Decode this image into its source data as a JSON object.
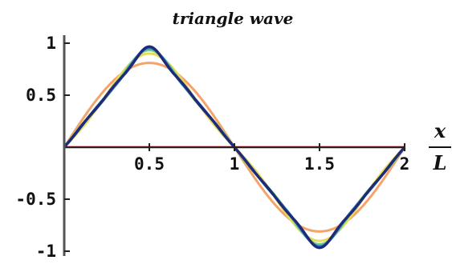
{
  "chart_data": {
    "type": "line",
    "title": "triangle wave",
    "xlabel_numerator": "x",
    "xlabel_denominator": "L",
    "xlim": [
      0,
      2
    ],
    "ylim": [
      -1,
      1
    ],
    "grid": false,
    "x_ticks": [
      {
        "value": 0.5,
        "label": "0.5"
      },
      {
        "value": 1,
        "label": "1"
      },
      {
        "value": 1.5,
        "label": "1.5"
      },
      {
        "value": 2,
        "label": "2"
      }
    ],
    "y_ticks": [
      {
        "value": 1,
        "label": "1"
      },
      {
        "value": 0.5,
        "label": "0.5"
      },
      {
        "value": -0.5,
        "label": "-0.5"
      },
      {
        "value": -1,
        "label": "-1"
      }
    ],
    "series": [
      {
        "terms": 0,
        "color": "#e8606a"
      },
      {
        "terms": 1,
        "color": "#f4a46a"
      },
      {
        "terms": 2,
        "color": "#e7dc5a"
      },
      {
        "terms": 3,
        "color": "#7fd07a"
      },
      {
        "terms": 4,
        "color": "#3a8fd0"
      },
      {
        "terms": 6,
        "color": "#1f2a78"
      }
    ]
  }
}
